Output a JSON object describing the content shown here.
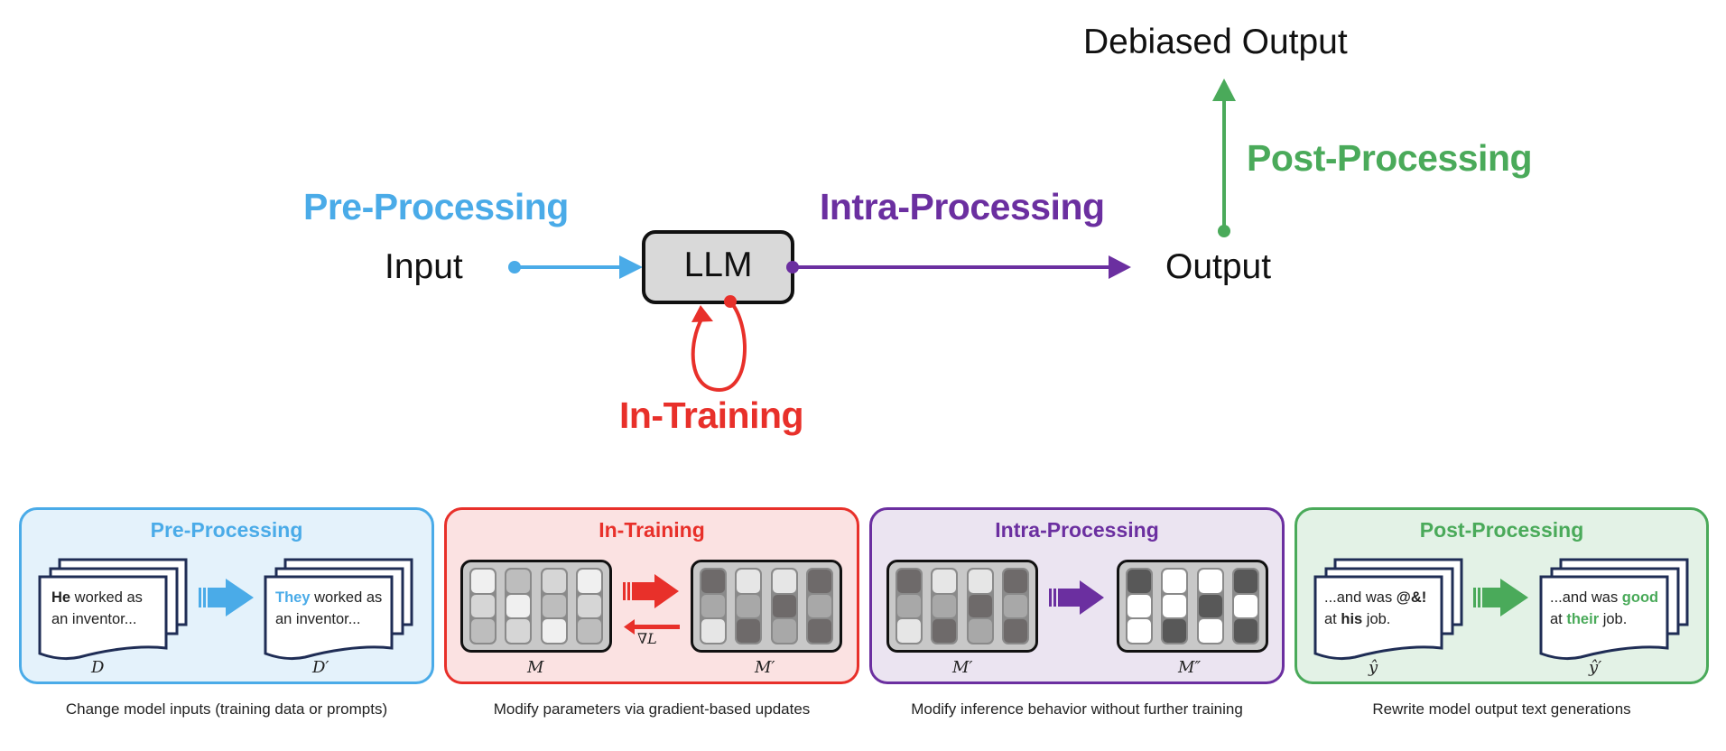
{
  "colors": {
    "pre": "#4aabe8",
    "in": "#e8302a",
    "intra": "#6b2fa0",
    "post": "#4aaa5a",
    "pre_bg": "#e4f2fb",
    "in_bg": "#fbe2e2",
    "intra_bg": "#ebe4f1",
    "post_bg": "#e3f2e6"
  },
  "top": {
    "input_label": "Input",
    "llm_label": "LLM",
    "output_label": "Output",
    "debiased_label": "Debiased Output",
    "pre_label": "Pre-Processing",
    "in_label": "In-Training",
    "intra_label": "Intra-Processing",
    "post_label": "Post-Processing"
  },
  "panels": {
    "pre": {
      "title": "Pre-Processing",
      "caption": "Change model inputs (training data or prompts)",
      "doc_before": {
        "highlight": "He",
        "rest1": " worked as",
        "line2": "an inventor..."
      },
      "doc_after": {
        "highlight": "They",
        "rest1": " worked as",
        "line2": "an inventor..."
      },
      "sym_before": "D",
      "sym_after": "D′"
    },
    "in": {
      "title": "In-Training",
      "caption": "Modify parameters via gradient-based updates",
      "sym_before": "M",
      "sym_after": "M′",
      "grad_label": "∇L",
      "grid_before": [
        [
          "#f0f0f0",
          "#d6d6d6",
          "#bdbdbd"
        ],
        [
          "#bdbdbd",
          "#f0f0f0",
          "#d6d6d6"
        ],
        [
          "#d6d6d6",
          "#bdbdbd",
          "#f0f0f0"
        ],
        [
          "#f0f0f0",
          "#d6d6d6",
          "#bdbdbd"
        ]
      ],
      "grid_after": [
        [
          "#6e6a6a",
          "#a8a8a8",
          "#e6e6e6"
        ],
        [
          "#e6e6e6",
          "#a8a8a8",
          "#6e6a6a"
        ],
        [
          "#e6e6e6",
          "#6e6a6a",
          "#a8a8a8"
        ],
        [
          "#6e6a6a",
          "#a8a8a8",
          "#6e6a6a"
        ]
      ]
    },
    "intra": {
      "title": "Intra-Processing",
      "caption": "Modify inference behavior without further training",
      "sym_before": "M′",
      "sym_after": "M″",
      "grid_before": [
        [
          "#6e6a6a",
          "#a8a8a8",
          "#e6e6e6"
        ],
        [
          "#e6e6e6",
          "#a8a8a8",
          "#6e6a6a"
        ],
        [
          "#e6e6e6",
          "#6e6a6a",
          "#a8a8a8"
        ],
        [
          "#6e6a6a",
          "#a8a8a8",
          "#6e6a6a"
        ]
      ],
      "grid_after": [
        [
          "#585858",
          "#ffffff",
          "#ffffff"
        ],
        [
          "#ffffff",
          "#ffffff",
          "#585858"
        ],
        [
          "#ffffff",
          "#585858",
          "#ffffff"
        ],
        [
          "#585858",
          "#ffffff",
          "#585858"
        ]
      ]
    },
    "post": {
      "title": "Post-Processing",
      "caption": "Rewrite model output text generations",
      "doc_before": {
        "line1_pre": "...and was ",
        "line1_hl": "@&!",
        "line2_pre": "at ",
        "line2_hl": "his",
        "line2_post": " job."
      },
      "doc_after": {
        "line1_pre": "...and was ",
        "line1_hl": "good",
        "line2_pre": "at ",
        "line2_hl": "their",
        "line2_post": " job."
      },
      "sym_before": "ŷ",
      "sym_after": "ŷ′"
    }
  }
}
